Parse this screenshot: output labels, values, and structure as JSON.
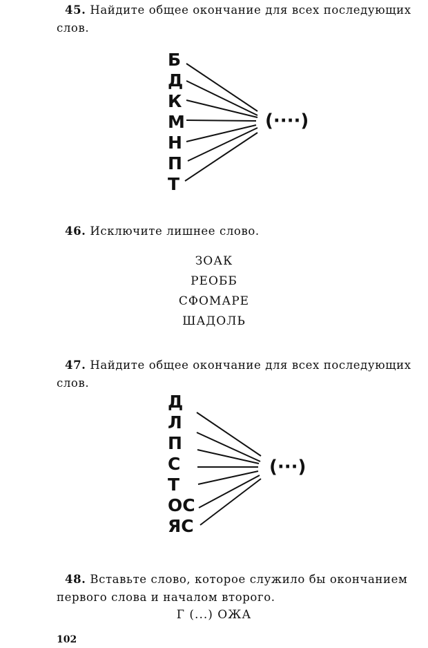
{
  "tasks": [
    {
      "number": "45.",
      "text": "Найдите общее окончание для всех последующих слов.",
      "letters": [
        "Б",
        "Д",
        "К",
        "М",
        "Н",
        "П",
        "Т"
      ],
      "result": "(····)"
    },
    {
      "number": "46.",
      "text": "Исключите лишнее слово.",
      "words": [
        "ЗОАК",
        "РЕОББ",
        "СФОМАРЕ",
        "ШАДОЛЬ"
      ]
    },
    {
      "number": "47.",
      "text": "Найдите общее окончание для всех последующих слов.",
      "letters": [
        "Д",
        "Л",
        "П",
        "С",
        "Т",
        "ОС",
        "ЯС"
      ],
      "result": "(···)"
    },
    {
      "number": "48.",
      "text": "Вставьте слово, которое служило бы окончанием первого слова и началом второго.",
      "puzzle": "Г (...) ОЖА"
    }
  ],
  "page_number": "102"
}
